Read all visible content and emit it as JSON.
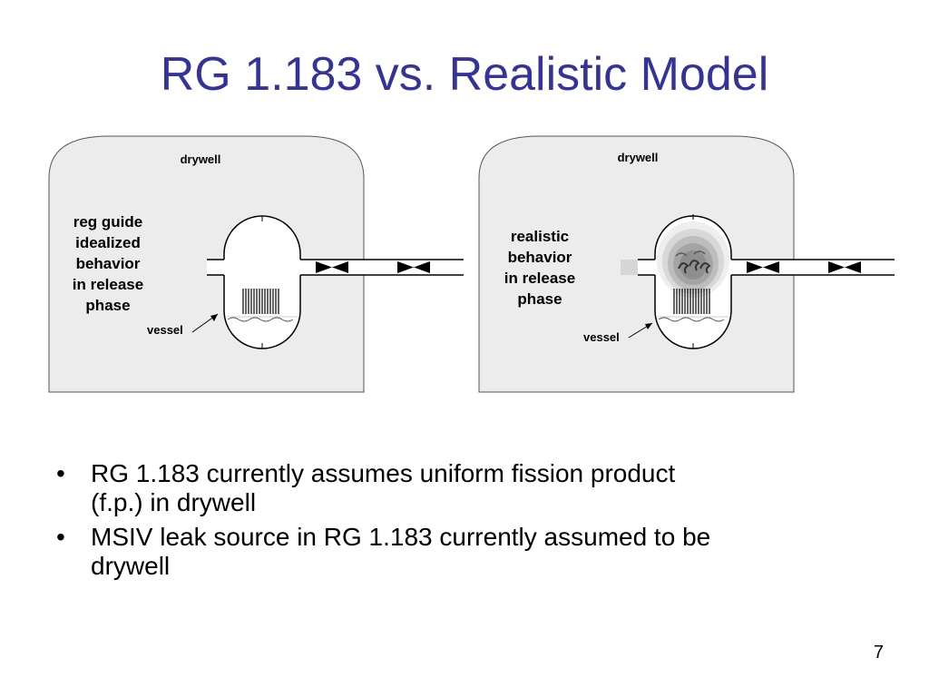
{
  "slide": {
    "title": "RG 1.183 vs. Realistic Model",
    "page_number": "7"
  },
  "left_diagram": {
    "drywell_label": "drywell",
    "description_lines": [
      "reg guide",
      "idealized",
      "behavior",
      "in release",
      "phase"
    ],
    "vessel_label": "vessel"
  },
  "right_diagram": {
    "drywell_label": "drywell",
    "description_lines": [
      "realistic",
      "behavior",
      "in release",
      "phase"
    ],
    "vessel_label": "vessel"
  },
  "bullets": [
    {
      "symbol": "•",
      "lines": [
        "RG 1.183 currently assumes uniform fission product",
        "(f.p.) in drywell"
      ]
    },
    {
      "symbol": "•",
      "lines": [
        "MSIV leak source in RG 1.183 currently assumed to be",
        "drywell"
      ]
    }
  ]
}
